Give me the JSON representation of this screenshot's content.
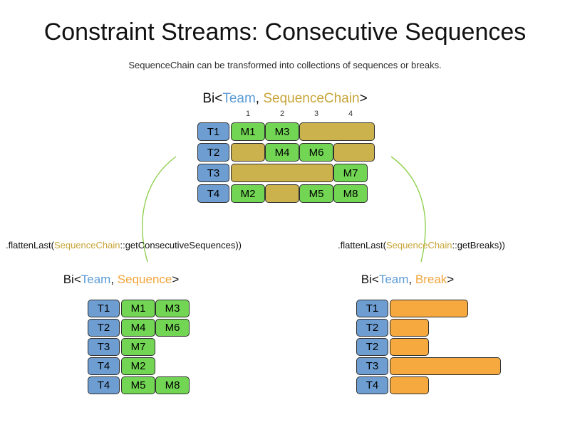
{
  "title": "Constraint Streams: Consecutive Sequences",
  "subtitle": "SequenceChain can be transformed into collections of sequences or breaks.",
  "colors": {
    "team_fill": "#6d9dd1",
    "sequence_fill": "#72d654",
    "chain_fill": "#ccb24d",
    "break_fill": "#f5a93f",
    "connector": "#90d050",
    "team_text": "#5b9bd5",
    "chain_text": "#c7a436",
    "orange_text": "#f2a43b"
  },
  "top": {
    "heading": {
      "prefix": "Bi<",
      "team": "Team",
      "comma": ", ",
      "type": "SequenceChain",
      "suffix": ">"
    },
    "columns": [
      "1",
      "2",
      "3",
      "4"
    ],
    "rows": [
      {
        "team": "T1",
        "segments": [
          {
            "kind": "shift",
            "label": "M1",
            "span": 1
          },
          {
            "kind": "shift",
            "label": "M3",
            "span": 1
          },
          {
            "kind": "chain",
            "label": "",
            "span": 2.2
          }
        ]
      },
      {
        "team": "T2",
        "segments": [
          {
            "kind": "chain",
            "label": "",
            "span": 1
          },
          {
            "kind": "shift",
            "label": "M4",
            "span": 1
          },
          {
            "kind": "shift",
            "label": "M6",
            "span": 1
          },
          {
            "kind": "chain",
            "label": "",
            "span": 1.2
          }
        ]
      },
      {
        "team": "T3",
        "segments": [
          {
            "kind": "chain",
            "label": "",
            "span": 3
          },
          {
            "kind": "shift",
            "label": "M7",
            "span": 1
          }
        ]
      },
      {
        "team": "T4",
        "segments": [
          {
            "kind": "shift",
            "label": "M2",
            "span": 1
          },
          {
            "kind": "chain",
            "label": "",
            "span": 1
          },
          {
            "kind": "shift",
            "label": "M5",
            "span": 1
          },
          {
            "kind": "shift",
            "label": "M8",
            "span": 1
          }
        ]
      }
    ]
  },
  "left": {
    "transform": {
      "prefix": ".flattenLast(",
      "type": "SequenceChain",
      "suffix": "::getConsecutiveSequences))"
    },
    "heading": {
      "prefix": "Bi<",
      "team": "Team",
      "comma": ", ",
      "type": "Sequence",
      "suffix": ">"
    },
    "rows": [
      {
        "team": "T1",
        "cells": [
          "M1",
          "M3"
        ]
      },
      {
        "team": "T2",
        "cells": [
          "M4",
          "M6"
        ]
      },
      {
        "team": "T3",
        "cells": [
          "M7"
        ]
      },
      {
        "team": "T4",
        "cells": [
          "M2"
        ]
      },
      {
        "team": "T4",
        "cells": [
          "M5",
          "M8"
        ]
      }
    ]
  },
  "right": {
    "transform": {
      "prefix": ".flattenLast(",
      "type": "SequenceChain",
      "suffix": "::getBreaks))"
    },
    "heading": {
      "prefix": "Bi<",
      "team": "Team",
      "comma": ", ",
      "type": "Break",
      "suffix": ">"
    },
    "rows": [
      {
        "team": "T1",
        "bar_span": 2.3
      },
      {
        "team": "T2",
        "bar_span": 1.15
      },
      {
        "team": "T2",
        "bar_span": 1.15
      },
      {
        "team": "T3",
        "bar_span": 3.25
      },
      {
        "team": "T4",
        "bar_span": 1.15
      }
    ]
  }
}
